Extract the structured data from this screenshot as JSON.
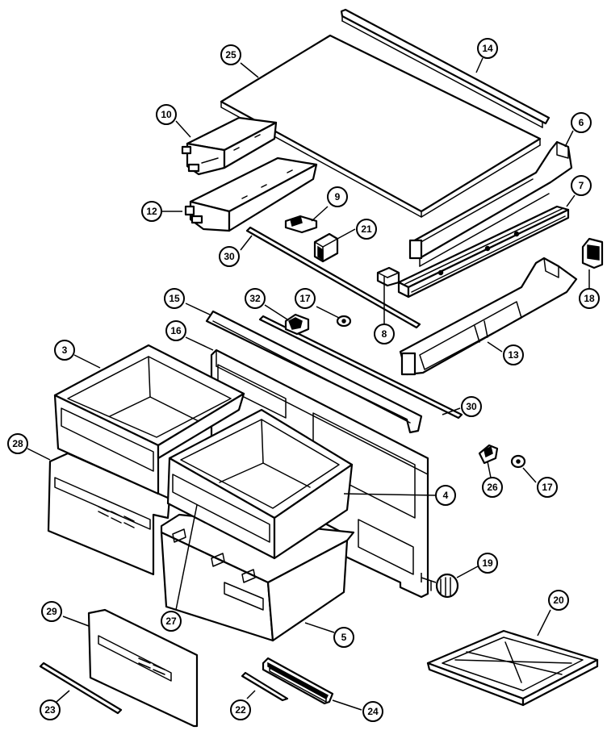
{
  "callouts": {
    "c25": "25",
    "c14": "14",
    "c10": "10",
    "c6": "6",
    "c12": "12",
    "c9": "9",
    "c7": "7",
    "c21": "21",
    "c30a": "30",
    "c8": "8",
    "c18": "18",
    "c15": "15",
    "c32": "32",
    "c17a": "17",
    "c13": "13",
    "c16": "16",
    "c3": "3",
    "c30b": "30",
    "c28": "28",
    "c4": "4",
    "c26": "26",
    "c17b": "17",
    "c19": "19",
    "c27": "27",
    "c29": "29",
    "c20": "20",
    "c5": "5",
    "c23": "23",
    "c22": "22",
    "c24": "24"
  }
}
